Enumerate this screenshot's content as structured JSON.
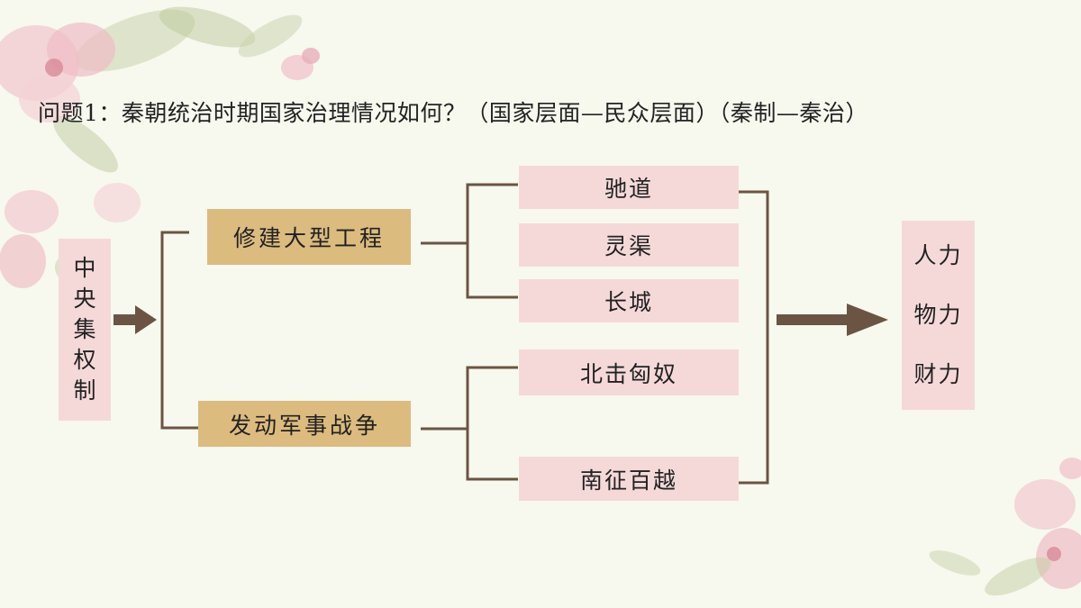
{
  "question": "问题1：秦朝统治时期国家治理情况如何？（国家层面—民众层面）（秦制—秦治）",
  "root": [
    "中",
    "央",
    "集",
    "权",
    "制"
  ],
  "branches": [
    {
      "label": "修建大型工程",
      "children": [
        "驰道",
        "灵渠",
        "长城"
      ]
    },
    {
      "label": "发动军事战争",
      "children": [
        "北击匈奴",
        "南征百越"
      ]
    }
  ],
  "result": [
    "人力",
    "物力",
    "财力"
  ],
  "colors": {
    "leaf_box": "#f5d9d9",
    "branch_box": "#dcbb7e",
    "connector": "#6b5443",
    "background": "#f7f8ee"
  }
}
